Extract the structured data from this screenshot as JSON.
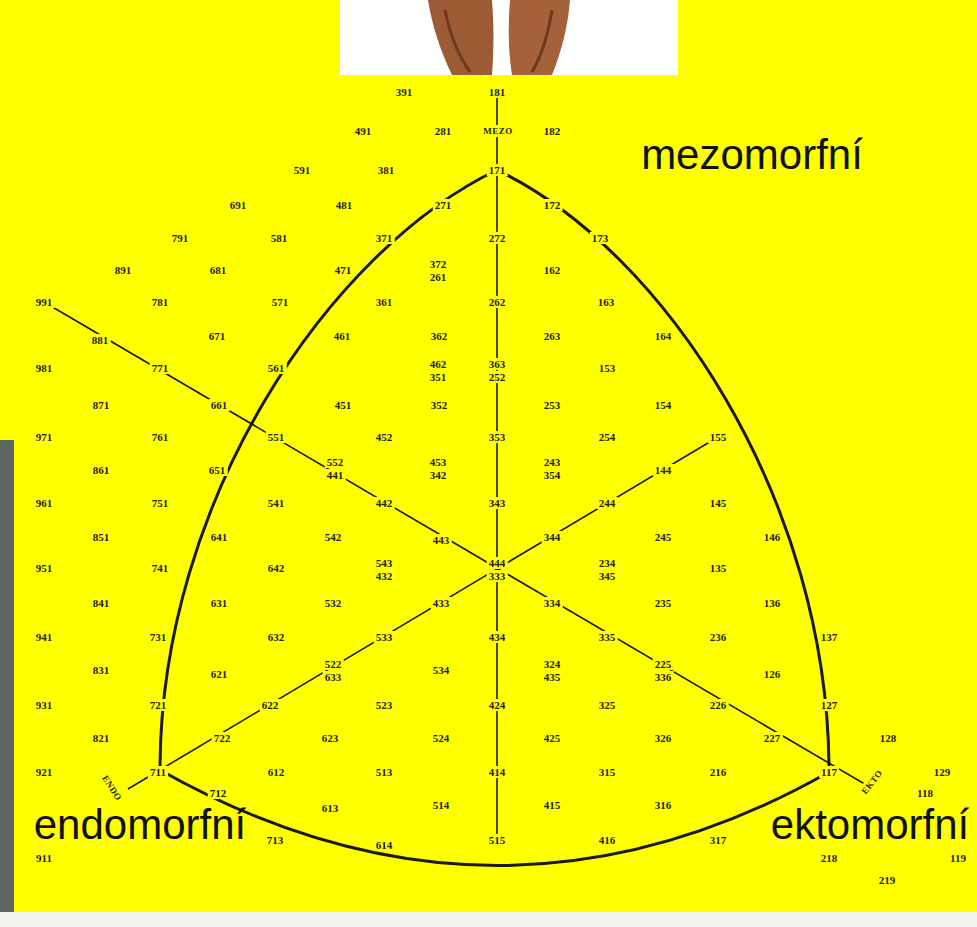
{
  "diagram": {
    "labels": [
      "391",
      "181",
      "491",
      "281",
      "MEZO",
      "182",
      "591",
      "381",
      "171",
      "mezomorfní",
      "691",
      "481",
      "271",
      "172",
      "791",
      "581",
      "371",
      "272",
      "173",
      "891",
      "681",
      "471",
      "372",
      "261",
      "162",
      "991",
      "781",
      "571",
      "361",
      "262",
      "163",
      "881",
      "671",
      "461",
      "362",
      "263",
      "164",
      "981",
      "771",
      "561",
      "462",
      "351",
      "363",
      "252",
      "153",
      "871",
      "661",
      "451",
      "352",
      "253",
      "154",
      "971",
      "761",
      "551",
      "452",
      "353",
      "254",
      "155",
      "861",
      "651",
      "552",
      "441",
      "453",
      "342",
      "243",
      "354",
      "144",
      "961",
      "751",
      "541",
      "442",
      "343",
      "244",
      "145",
      "851",
      "641",
      "542",
      "443",
      "344",
      "245",
      "146",
      "951",
      "741",
      "642",
      "543",
      "432",
      "444",
      "333",
      "234",
      "345",
      "135",
      "841",
      "631",
      "532",
      "433",
      "334",
      "235",
      "136",
      "941",
      "731",
      "632",
      "533",
      "434",
      "335",
      "236",
      "137",
      "831",
      "621",
      "522",
      "633",
      "534",
      "324",
      "435",
      "225",
      "336",
      "126",
      "931",
      "721",
      "622",
      "523",
      "424",
      "325",
      "226",
      "127",
      "821",
      "722",
      "623",
      "524",
      "425",
      "326",
      "227",
      "128",
      "921",
      "711",
      "612",
      "513",
      "414",
      "315",
      "216",
      "117",
      "129",
      "ENDO",
      "712",
      "613",
      "514",
      "415",
      "316",
      "EKTO",
      "118",
      "endomorfní",
      "ektomorfní",
      "911",
      "713",
      "614",
      "515",
      "416",
      "317",
      "218",
      "119",
      "219"
    ]
  }
}
